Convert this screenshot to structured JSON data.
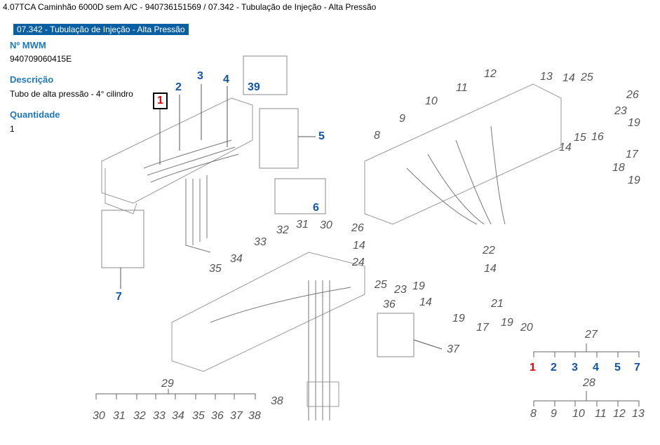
{
  "breadcrumb": "4.07TCA Caminhão 6000D sem A/C - 940736151569  /  07.342 - Tubulação de Injeção - Alta Pressão",
  "selected_group": "07.342 - Tubulação de Injeção - Alta Pressão",
  "part": {
    "mwm_label": "Nº MWM",
    "mwm_value": "940709060415E",
    "desc_label": "Descrição",
    "desc_value": "Tubo de alta pressão - 4° cilindro",
    "qty_label": "Quantidade",
    "qty_value": "1"
  },
  "callouts": {
    "selected": "1",
    "links": [
      "2",
      "3",
      "4",
      "39",
      "5",
      "6",
      "7"
    ],
    "labels": [
      "8",
      "9",
      "10",
      "11",
      "12",
      "13",
      "14",
      "25",
      "26",
      "23",
      "19",
      "15",
      "16",
      "14",
      "17",
      "18",
      "19",
      "26",
      "14",
      "24",
      "25",
      "23",
      "19",
      "14",
      "22",
      "14",
      "21",
      "19",
      "20",
      "19",
      "17",
      "30",
      "31",
      "32",
      "33",
      "34",
      "35",
      "36",
      "37",
      "38",
      "29",
      "27",
      "28"
    ],
    "tree29": [
      "30",
      "31",
      "32",
      "33",
      "34",
      "35",
      "36",
      "37",
      "38"
    ],
    "tree27": [
      "1",
      "2",
      "3",
      "4",
      "5",
      "7"
    ],
    "tree28": [
      "8",
      "9",
      "10",
      "11",
      "12",
      "13"
    ]
  }
}
